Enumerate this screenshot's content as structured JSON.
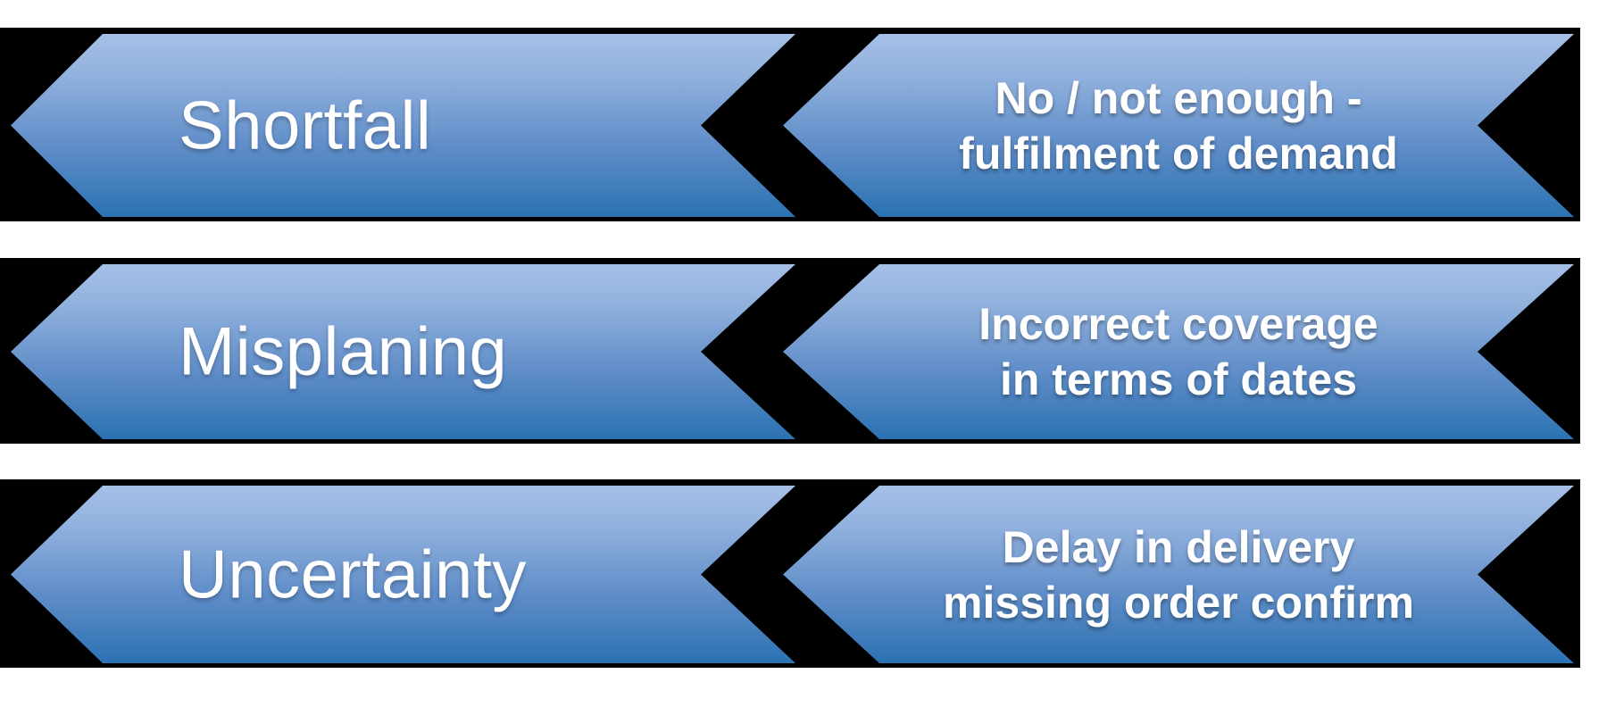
{
  "diagram": {
    "type": "chevron-list",
    "direction": "left",
    "colors": {
      "band_background": "#000000",
      "arrow_gradient_top": "#a6bfe7",
      "arrow_gradient_bottom": "#2b72b2",
      "text": "#ffffff",
      "page_background": "#ffffff"
    },
    "rows": [
      {
        "label": "Shortfall",
        "desc_line1": "No / not enough -",
        "desc_line2": "fulfilment of demand"
      },
      {
        "label": "Misplaning",
        "desc_line1": "Incorrect coverage",
        "desc_line2": "in terms of dates"
      },
      {
        "label": "Uncertainty",
        "desc_line1": "Delay in delivery",
        "desc_line2": "missing order confirm"
      }
    ]
  }
}
